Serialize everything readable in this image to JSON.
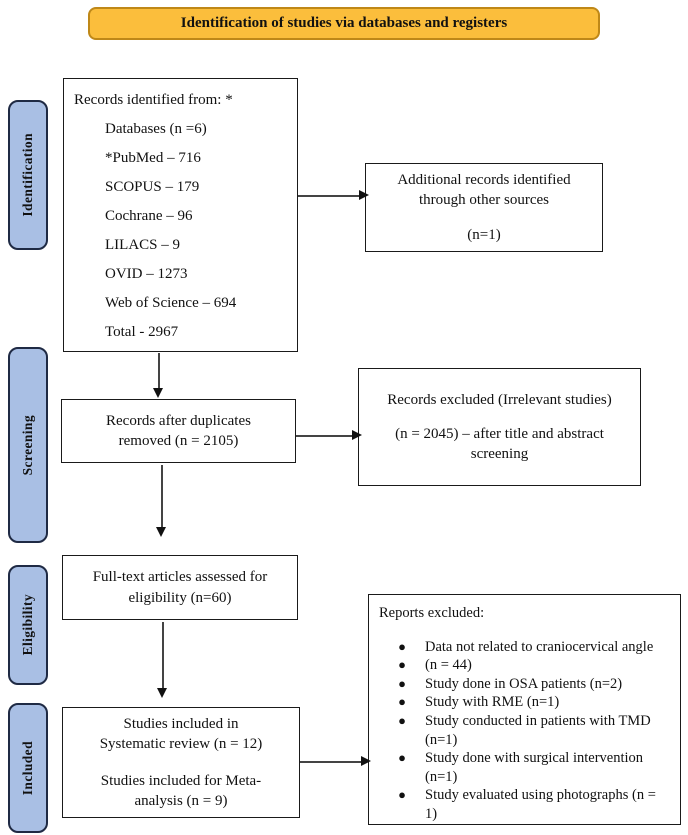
{
  "banner": {
    "title": "Identification of studies via databases and registers"
  },
  "stages": {
    "identification": "Identification",
    "screening": "Screening",
    "eligibility": "Eligibility",
    "included": "Included"
  },
  "records_identified": {
    "title": "Records identified from: *",
    "lines": [
      "Databases (n =6)",
      "*PubMed – 716",
      "SCOPUS – 179",
      "Cochrane – 96",
      "LILACS – 9",
      "OVID – 1273",
      "Web of Science – 694",
      "Total - 2967"
    ]
  },
  "additional_records": {
    "text": "Additional records identified through other sources",
    "count": "(n=1)"
  },
  "duplicates_removed": {
    "text": "Records after duplicates removed (n = 2105)"
  },
  "records_excluded": {
    "line1": "Records excluded (Irrelevant studies)",
    "line2": "(n = 2045) – after title and abstract screening"
  },
  "fulltext": {
    "text": "Full-text articles assessed for eligibility (n=60)"
  },
  "reports_excluded": {
    "title": "Reports excluded:",
    "bullet": "●",
    "items": [
      "Data not related to craniocervical angle",
      "(n = 44)",
      "Study done in OSA patients (n=2)",
      "Study with RME (n=1)",
      "Study conducted in patients with TMD (n=1)",
      "Study done with surgical intervention (n=1)",
      "Study evaluated using photographs (n = 1)"
    ]
  },
  "included_studies": {
    "line1": "Studies included in Systematic review (n = 12)",
    "line2": "Studies included for Meta- analysis (n = 9)"
  },
  "colors": {
    "banner_fill": "#fbbe3c",
    "banner_border": "#bf8818",
    "stage_fill": "#a9bfe4",
    "stage_border": "#1f2a44",
    "box_border": "#1a1a1a"
  }
}
